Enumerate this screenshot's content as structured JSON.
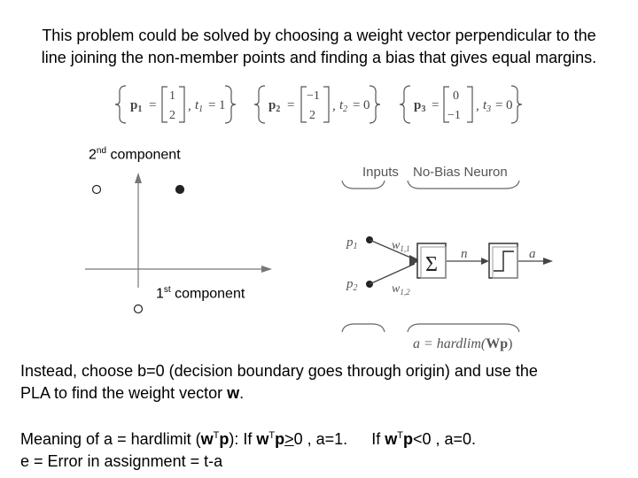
{
  "intro": {
    "line1": "This problem could be solved by choosing a weight vector perpendicular to the",
    "line2": "line joining the non-member points and finding a bias that gives equal margins."
  },
  "training_set": [
    {
      "p": "p",
      "sub": "1",
      "vector": [
        "1",
        "2"
      ],
      "t_sub": "1",
      "target": "1"
    },
    {
      "p": "p",
      "sub": "2",
      "vector": [
        "−1",
        "2"
      ],
      "t_sub": "2",
      "target": "0"
    },
    {
      "p": "p",
      "sub": "3",
      "vector": [
        "0",
        "−1"
      ],
      "t_sub": "3",
      "target": "0"
    }
  ],
  "plot": {
    "y_axis_ord": "2",
    "y_axis_sup": "nd",
    "y_axis_rest": " component",
    "x_axis_ord": "1",
    "x_axis_sup": "st",
    "x_axis_rest": " component",
    "points": [
      {
        "x": 1,
        "y": 2,
        "filled": true
      },
      {
        "x": -1,
        "y": 2,
        "filled": false
      },
      {
        "x": 0,
        "y": -1,
        "filled": false
      }
    ]
  },
  "neuron": {
    "inputs_label": "Inputs",
    "neuron_label": "No-Bias Neuron",
    "input1": "p",
    "input1_sub": "1",
    "input2": "p",
    "input2_sub": "2",
    "w1": "w",
    "w1_sub": "1,1",
    "w2": "w",
    "w2_sub": "1,2",
    "sum_symbol": "Σ",
    "n_label": "n",
    "a_label": "a",
    "equation_prefix": "a = hardlim(",
    "equation_bold": "Wp",
    "equation_suffix": ")"
  },
  "paragraph1": {
    "line1": "Instead, choose b=0 (decision boundary goes through origin) and use the",
    "line2_prefix": "PLA to find the weight vector ",
    "line2_bold": "w",
    "line2_suffix": "."
  },
  "paragraph2": {
    "meaning_prefix": "Meaning of a = hardlimit (",
    "w": "w",
    "T": "T",
    "p": "p",
    "meaning_mid": "): If ",
    "ge": ">",
    "cond1_rest": "0 , a=1.",
    "if2": "If ",
    "cond2_rest": "<0 , a=0.",
    "line2": "e = Error in assignment = t-a"
  }
}
